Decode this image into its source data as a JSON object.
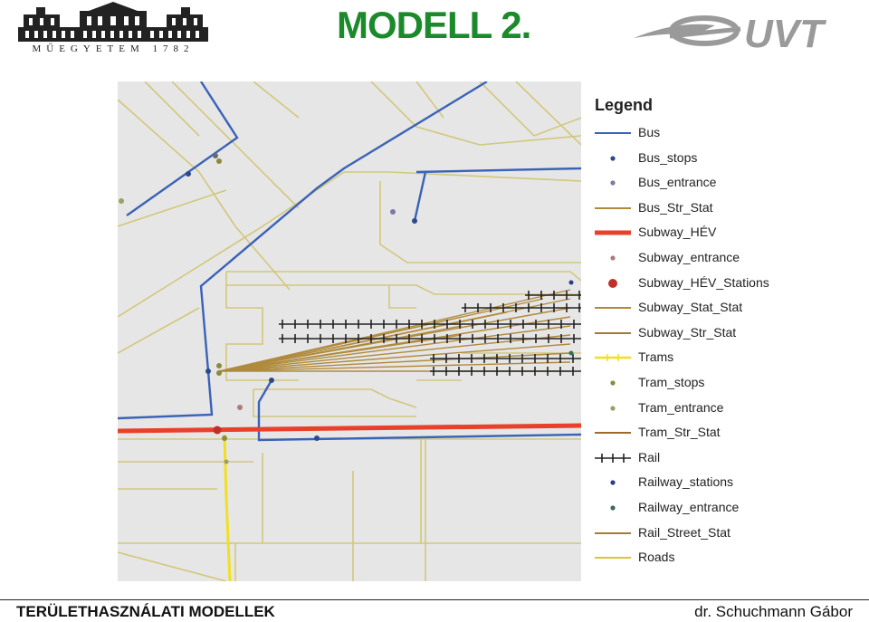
{
  "header": {
    "logo_left_caption": "MŰEGYETEM 1782",
    "title": "MODELL 2.",
    "logo_right_text": "UVT"
  },
  "legend": {
    "title": "Legend",
    "items": [
      {
        "label": "Bus",
        "symbol": "line",
        "color": "#3a62b8"
      },
      {
        "label": "Bus_stops",
        "symbol": "dot",
        "color": "#2b4a8c"
      },
      {
        "label": "Bus_entrance",
        "symbol": "dot",
        "color": "#7a7aa8"
      },
      {
        "label": "Bus_Str_Stat",
        "symbol": "line",
        "color": "#b08a3c"
      },
      {
        "label": "Subway_HÉV",
        "symbol": "thick-line",
        "color": "#e8402a"
      },
      {
        "label": "Subway_entrance",
        "symbol": "dot",
        "color": "#b07a7a"
      },
      {
        "label": "Subway_HÉV_Stations",
        "symbol": "big-dot",
        "color": "#c0302a"
      },
      {
        "label": "Subway_Stat_Stat",
        "symbol": "line",
        "color": "#b08a3c"
      },
      {
        "label": "Subway_Str_Stat",
        "symbol": "line",
        "color": "#a07a3a"
      },
      {
        "label": "Trams",
        "symbol": "tram-line",
        "color": "#f0e020"
      },
      {
        "label": "Tram_stops",
        "symbol": "dot",
        "color": "#8a8a3a"
      },
      {
        "label": "Tram_entrance",
        "symbol": "dot",
        "color": "#9aa060"
      },
      {
        "label": "Tram_Str_Stat",
        "symbol": "line",
        "color": "#a06a2a"
      },
      {
        "label": "Rail",
        "symbol": "rail",
        "color": "#222222"
      },
      {
        "label": "Railway_stations",
        "symbol": "dot",
        "color": "#2b3a8c"
      },
      {
        "label": "Railway_entrance",
        "symbol": "dot",
        "color": "#3a6a5a"
      },
      {
        "label": "Rail_Street_Stat",
        "symbol": "line",
        "color": "#a87a3a"
      },
      {
        "label": "Roads",
        "symbol": "line",
        "color": "#d8c830"
      }
    ]
  },
  "footer": {
    "left": "TERÜLETHASZNÁLATI MODELLEK",
    "right": "dr. Schuchmann Gábor"
  },
  "colors": {
    "title": "#1a8a2a",
    "map_bg": "#e6e6e6",
    "road": "#d2c77a",
    "bus": "#3a62b8",
    "subway": "#e8402a",
    "tram": "#f0e020",
    "rail": "#222222",
    "transfer": "#b08a3c"
  }
}
